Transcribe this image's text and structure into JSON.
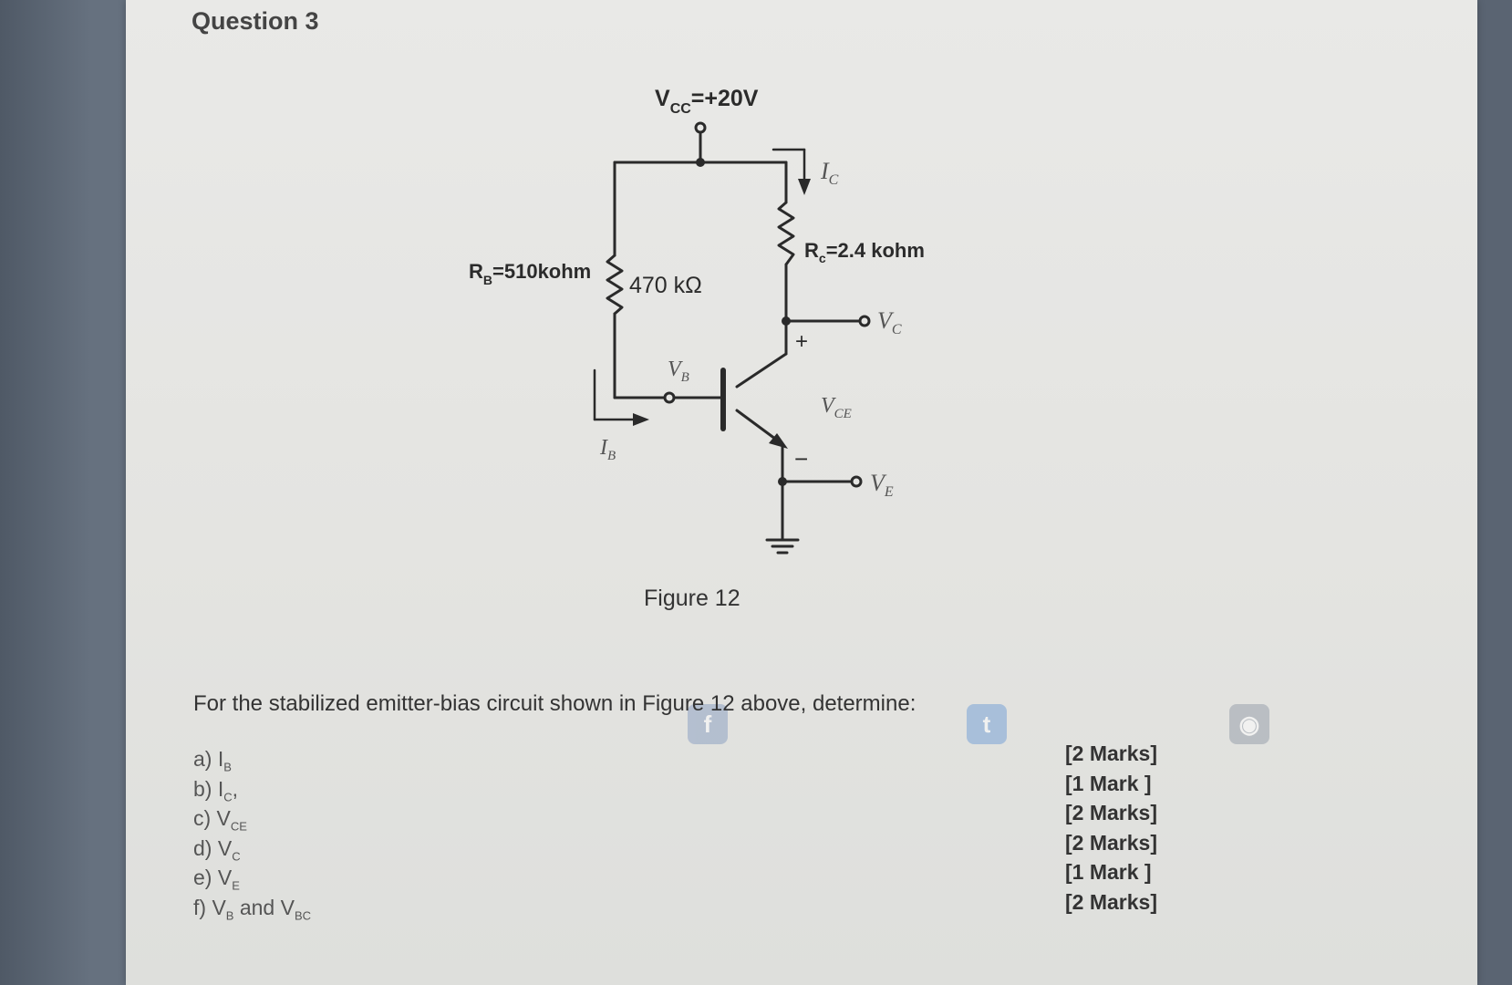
{
  "question": {
    "title": "Question 3"
  },
  "figure": {
    "caption": "Figure 12",
    "vcc_label": "V",
    "vcc_sub": "CC",
    "vcc_value": "=+20V",
    "rb_label": "R",
    "rb_sub": "B",
    "rb_value": "=510kohm",
    "rb_printed": "470 kΩ",
    "rc_label": "R",
    "rc_sub": "c",
    "rc_value": "=2.4 kohm",
    "ic": "I",
    "ic_sub": "C",
    "ib": "I",
    "ib_sub": "B",
    "vb": "V",
    "vb_sub": "B",
    "vc": "V",
    "vc_sub": "C",
    "ve": "V",
    "ve_sub": "E",
    "vce": "V",
    "vce_sub": "CE",
    "plus": "+",
    "minus": "−"
  },
  "prompt": "For the stabilized emitter-bias circuit shown in Figure 12 above, determine:",
  "parts": [
    {
      "prefix": "a) I",
      "sub": "B",
      "suffix": ""
    },
    {
      "prefix": "b) I",
      "sub": "C",
      "suffix": ","
    },
    {
      "prefix": "c) V",
      "sub": "CE",
      "suffix": ""
    },
    {
      "prefix": "d) V",
      "sub": "C",
      "suffix": ""
    },
    {
      "prefix": "e) V",
      "sub": "E",
      "suffix": ""
    },
    {
      "prefix": "f) V",
      "sub": "B",
      "suffix": " and V",
      "sub2": "BC"
    }
  ],
  "marks": [
    "[2 Marks]",
    "[1 Mark ]",
    "[2 Marks]",
    "[2 Marks]",
    "[1 Mark ]",
    "[2 Marks]"
  ],
  "colors": {
    "page": "#e6e6e3",
    "backdrop": "#5d6775",
    "wire": "#2a2a2a"
  },
  "icons": [
    "twitter-icon",
    "facebook-icon",
    "camera-icon"
  ]
}
